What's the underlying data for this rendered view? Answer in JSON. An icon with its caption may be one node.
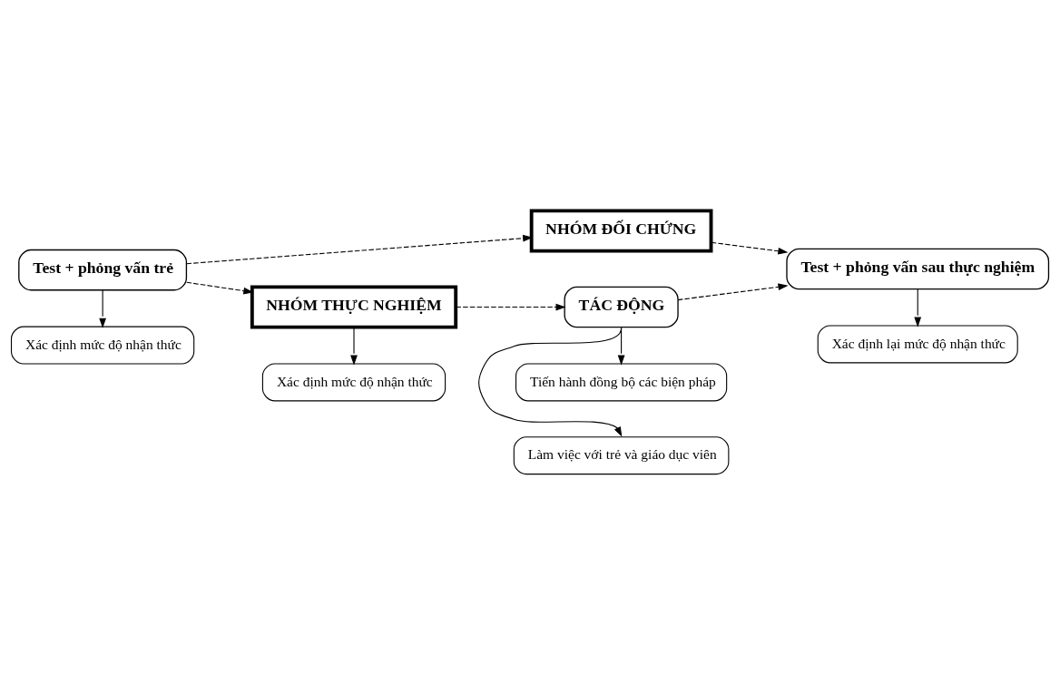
{
  "diagram": {
    "nodes": [
      {
        "text": [
          "Test + phỏng vấn trẻ"
        ]
      },
      {
        "text": [
          "NHÓM ĐỐI CHỨNG"
        ]
      },
      {
        "text": [
          "NHÓM THỰC NGHIỆM"
        ]
      },
      {
        "text": [
          "TÁC ĐỘNG"
        ]
      },
      {
        "text": [
          "Test + phỏng vấn sau thực nghiệm"
        ]
      },
      {
        "text": [
          "Xác định mức độ nhận thức"
        ]
      },
      {
        "text": [
          "Xác định mức độ nhận thức"
        ]
      },
      {
        "text": [
          "Làm việc với trẻ và giáo dục viên"
        ]
      },
      {
        "text": [
          "Tiến hành đồng bộ các biện pháp"
        ]
      },
      {
        "text": [
          "Xác định lại mức độ nhận thức"
        ]
      }
    ],
    "edges": [
      {
        "from": 0,
        "to": 1,
        "arrow": "to",
        "style": "dashed"
      },
      {
        "from": 0,
        "to": 2,
        "arrow": "to",
        "style": "dashed"
      },
      {
        "from": 2,
        "to": 3,
        "arrow": "to",
        "style": "dashed"
      },
      {
        "from": 3,
        "to": 4,
        "arrow": "to",
        "style": "dashed"
      },
      {
        "from": 1,
        "to": 4,
        "arrow": "to",
        "style": "dashed"
      },
      {
        "from": 0,
        "to": 5,
        "arrow": "to"
      },
      {
        "from": 2,
        "to": 6,
        "arrow": "to"
      },
      {
        "from": 3,
        "to": 7,
        "arrow": "to"
      },
      {
        "from": 3,
        "to": 8,
        "arrow": "to"
      },
      {
        "from": 4,
        "to": 9,
        "arrow": "to"
      }
    ]
  }
}
